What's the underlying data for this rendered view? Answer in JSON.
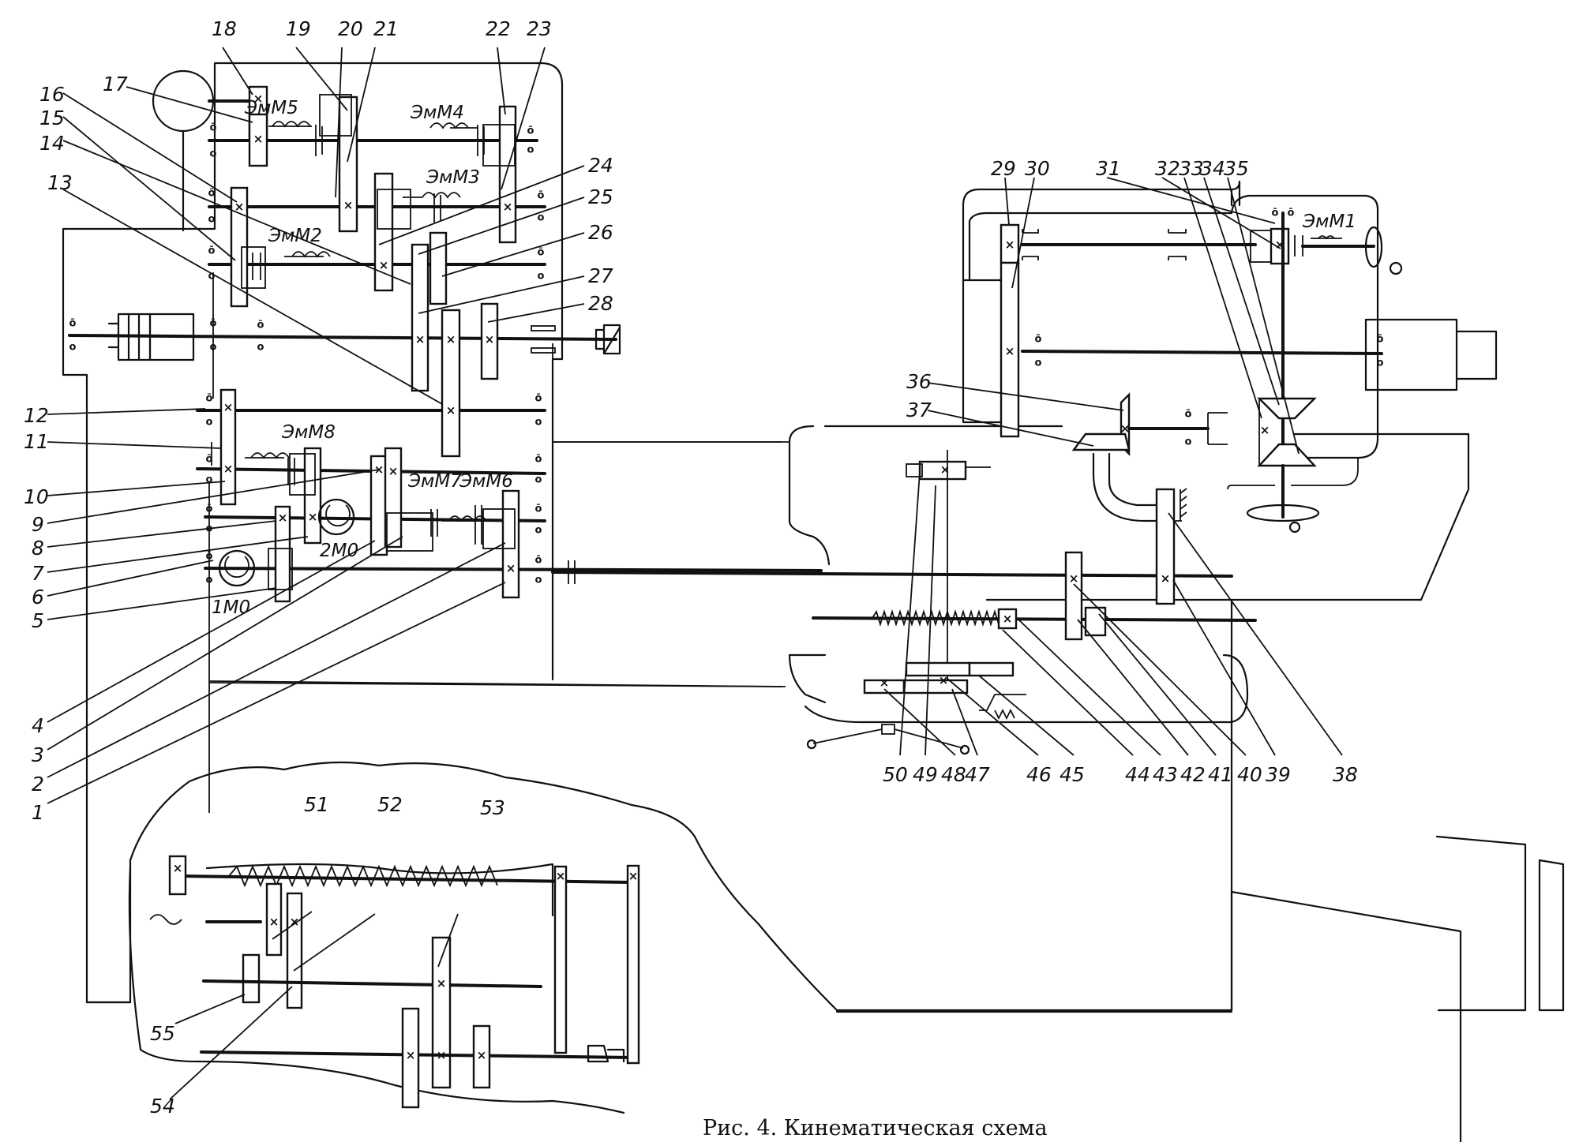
{
  "figure": {
    "caption": "Рис. 4. Кинематическая схема"
  },
  "clutches": {
    "em1": "ЭмМ1",
    "em2": "ЭмМ2",
    "em3": "ЭмМ3",
    "em4": "ЭмМ4",
    "em5": "ЭмМ5",
    "em6": "ЭмМ6",
    "em7": "ЭмМ7",
    "em8": "ЭмМ8"
  },
  "motors": {
    "m1": "1М0",
    "m2": "2М0"
  },
  "symbols": {
    "gear_center": "×",
    "bearing_top": "ō",
    "bearing_bottom": "o̲"
  },
  "labels": [
    "1",
    "2",
    "3",
    "4",
    "5",
    "6",
    "7",
    "8",
    "9",
    "10",
    "11",
    "12",
    "13",
    "14",
    "15",
    "16",
    "17",
    "18",
    "19",
    "20",
    "21",
    "22",
    "23",
    "24",
    "25",
    "26",
    "27",
    "28",
    "29",
    "30",
    "31",
    "32",
    "33",
    "34",
    "35",
    "36",
    "37",
    "38",
    "39",
    "40",
    "41",
    "42",
    "43",
    "44",
    "45",
    "46",
    "47",
    "48",
    "49",
    "50",
    "51",
    "52",
    "53",
    "54",
    "55"
  ]
}
